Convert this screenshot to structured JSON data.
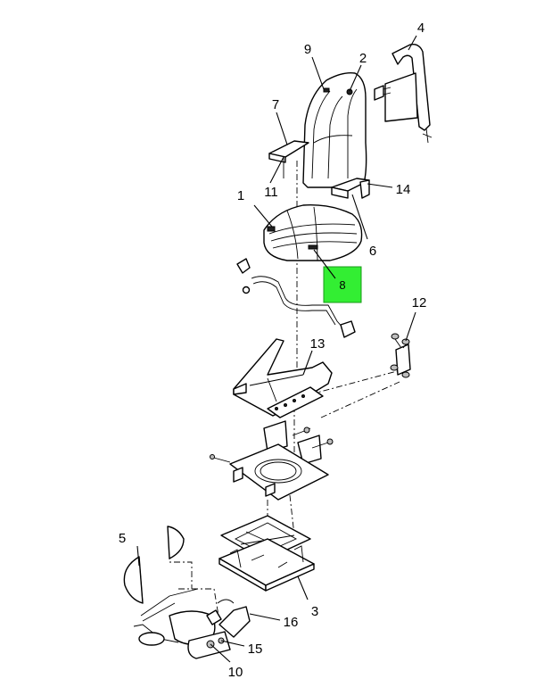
{
  "callouts": [
    {
      "id": "1",
      "label": "1"
    },
    {
      "id": "2",
      "label": "2"
    },
    {
      "id": "3",
      "label": "3"
    },
    {
      "id": "4",
      "label": "4"
    },
    {
      "id": "5",
      "label": "5"
    },
    {
      "id": "6",
      "label": "6"
    },
    {
      "id": "7",
      "label": "7"
    },
    {
      "id": "9",
      "label": "9"
    },
    {
      "id": "10",
      "label": "10"
    },
    {
      "id": "11",
      "label": "11"
    },
    {
      "id": "12",
      "label": "12"
    },
    {
      "id": "13",
      "label": "13"
    },
    {
      "id": "14",
      "label": "14"
    },
    {
      "id": "15",
      "label": "15"
    },
    {
      "id": "16",
      "label": "16"
    }
  ],
  "highlight": {
    "label": "8",
    "color": "#33ee33"
  }
}
